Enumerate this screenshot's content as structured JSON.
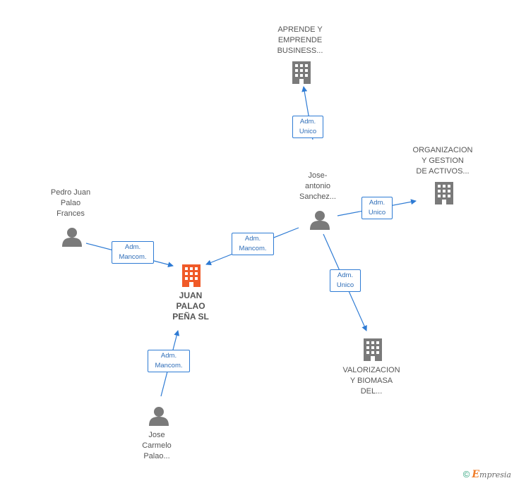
{
  "colors": {
    "edge": "#2e7bd4",
    "node_gray": "#7a7a7a",
    "center_node": "#f05a28"
  },
  "nodes": {
    "aprende": "APRENDE Y\nEMPRENDE\nBUSINESS...",
    "organizacion": "ORGANIZACION\nY GESTION\nDE ACTIVOS...",
    "jose_antonio": "Jose-\nantonio\nSanchez...",
    "pedro": "Pedro Juan\nPalao\nFrances",
    "juan_palao": "JUAN\nPALAO\nPEÑA SL",
    "valorizacion": "VALORIZACION\nY BIOMASA\nDEL...",
    "jose_carmelo": "Jose\nCarmelo\nPalao..."
  },
  "edges": {
    "to_aprende": "Adm.\nUnico",
    "to_organizacion": "Adm.\nUnico",
    "to_valorizacion": "Adm.\nUnico",
    "jose_to_juan": "Adm.\nMancom.",
    "pedro_to_juan": "Adm.\nMancom.",
    "carmelo_to_juan": "Adm.\nMancom."
  },
  "footer": {
    "copyright": "©",
    "brand_initial": "E",
    "brand_rest": "mpresia"
  }
}
